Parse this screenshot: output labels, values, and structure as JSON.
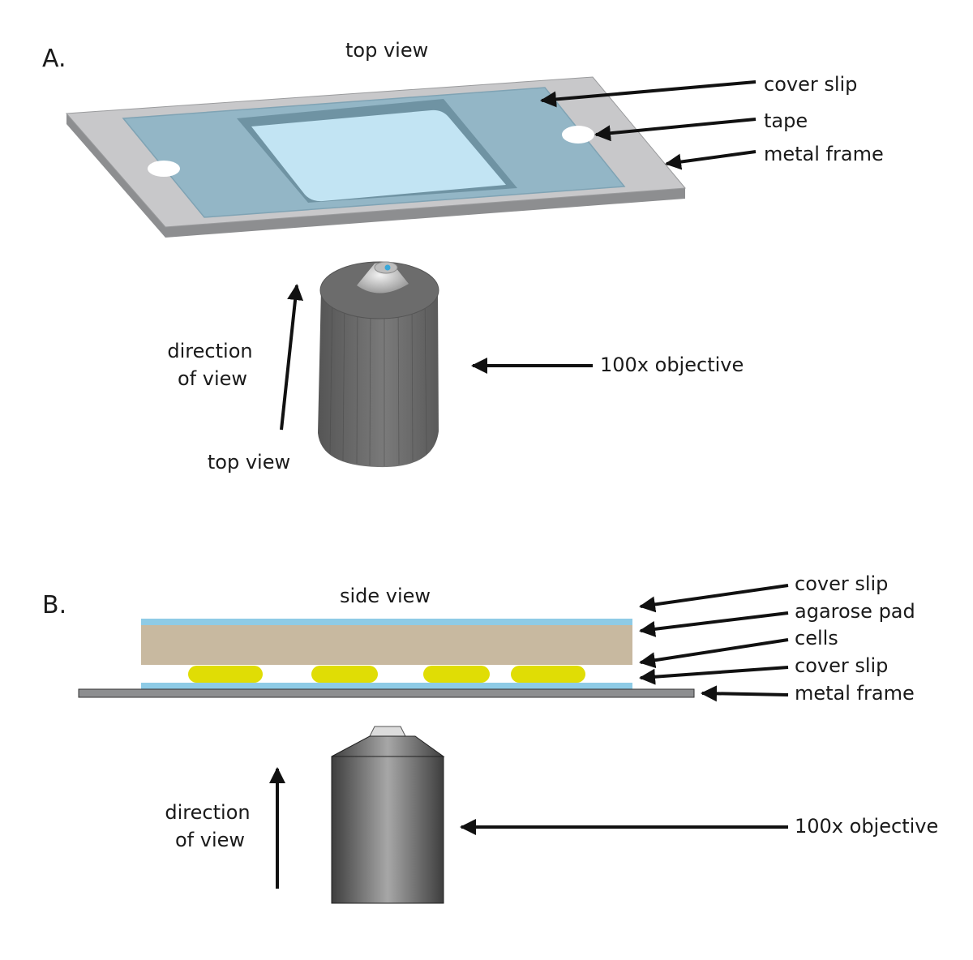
{
  "panel_a": {
    "letter": "A.",
    "title": "top view",
    "labels": {
      "cover_slip": "cover slip",
      "tape": "tape",
      "metal_frame": "metal frame",
      "objective": "100x objective",
      "direction_line1": "direction",
      "direction_line2": "of view",
      "bottom_view": "top view"
    }
  },
  "panel_b": {
    "letter": "B.",
    "title": "side view",
    "labels": {
      "cover_slip_top": "cover slip",
      "agarose_pad": "agarose pad",
      "cells": "cells",
      "cover_slip_bottom": "cover slip",
      "metal_frame": "metal frame",
      "objective": "100x objective",
      "direction_line1": "direction",
      "direction_line2": "of view"
    }
  },
  "colors": {
    "metal_frame": "#c8c8ca",
    "metal_frame_edge": "#8d8e90",
    "tape": "#93b6c6",
    "cover_slip_window": "#c2e4f3",
    "cover_slip_side": "#8ecbe6",
    "agarose_pad": "#c8b9a0",
    "cells": "#e0dd05",
    "objective": "#6a6a6a",
    "arrow": "#111111"
  }
}
